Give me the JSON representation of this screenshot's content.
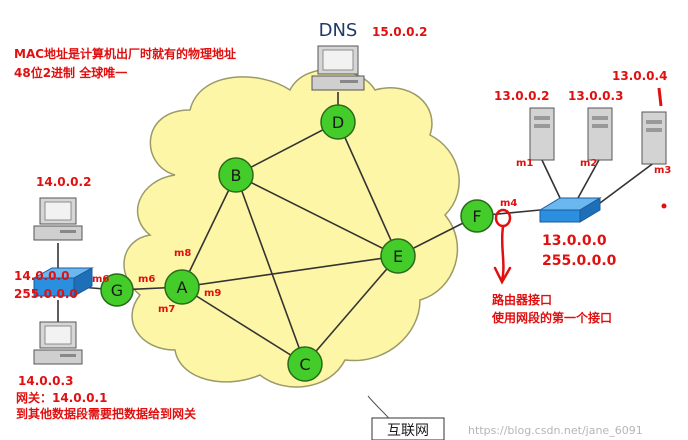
{
  "notes": {
    "mac_line1": "MAC地址是计算机出厂时就有的物理地址",
    "mac_line2": "48位2进制  全球唯一"
  },
  "dns": {
    "label": "DNS",
    "ip": "15.0.0.2"
  },
  "left_network": {
    "host_top_ip": "14.0.0.2",
    "net_ip": "14.0.0.0",
    "net_mask": "255.0.0.0",
    "host_bottom_ip": "14.0.0.3",
    "gateway_line": "网关：14.0.0.1",
    "gateway_desc": "到其他数据段需要把数据给到网关"
  },
  "right_network": {
    "server1_ip": "13.0.0.2",
    "server2_ip": "13.0.0.3",
    "server3_ip": "13.0.0.4",
    "net_ip": "13.0.0.0",
    "net_mask": "255.0.0.0",
    "router_port_line1": "路由器接口",
    "router_port_line2": "使用网段的第一个接口"
  },
  "routers": {
    "A": "A",
    "B": "B",
    "C": "C",
    "D": "D",
    "E": "E",
    "F": "F",
    "G": "G"
  },
  "ports": {
    "m1": "m1",
    "m2": "m2",
    "m3": "m3",
    "m4": "m4",
    "m6_switch": "m6",
    "m6_g": "m6",
    "m7": "m7",
    "m8": "m8",
    "m9": "m9"
  },
  "internet_label": "互联网",
  "watermark": "https://blog.csdn.net/jane_6091",
  "colors": {
    "cloud_fill": "#fdf6a6",
    "router_fill": "#44cc2a",
    "annotation_red": "#e01010",
    "switch_blue": "#2b8fe0"
  }
}
